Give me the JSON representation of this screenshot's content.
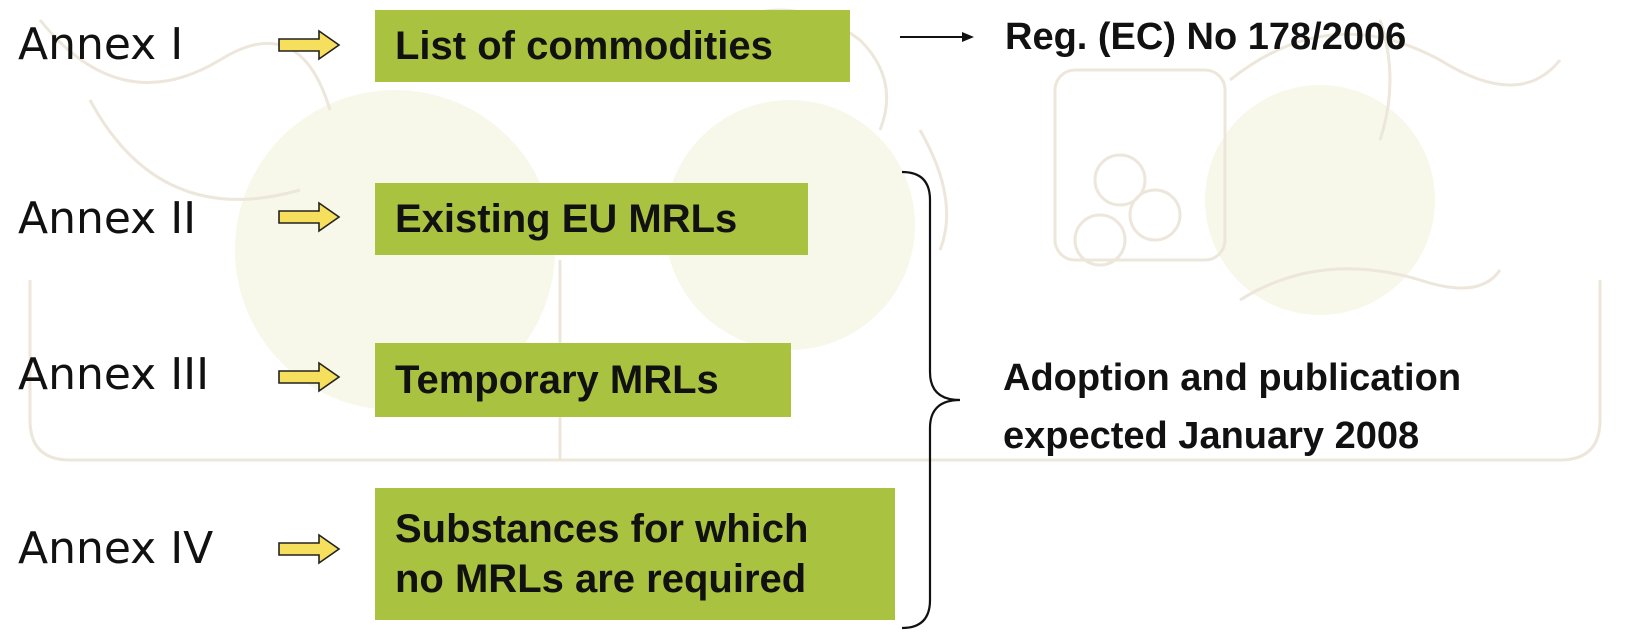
{
  "annexes": [
    {
      "label": "Annex I",
      "box": "List of commodities"
    },
    {
      "label": "Annex II",
      "box": "Existing EU MRLs"
    },
    {
      "label": "Annex III",
      "box": "Temporary MRLs"
    },
    {
      "label": "Annex IV",
      "box": "Substances for which\nno MRLs are required"
    }
  ],
  "notes": {
    "regulation": "Reg. (EC) No 178/2006",
    "adoption_line1": "Adoption and publication",
    "adoption_line2": "expected January 2008"
  },
  "colors": {
    "box_fill": "#a9c23f",
    "arrow_fill": "#f6df5c",
    "watermark_line": "#ede6da",
    "watermark_fill": "#f7f8ea"
  }
}
